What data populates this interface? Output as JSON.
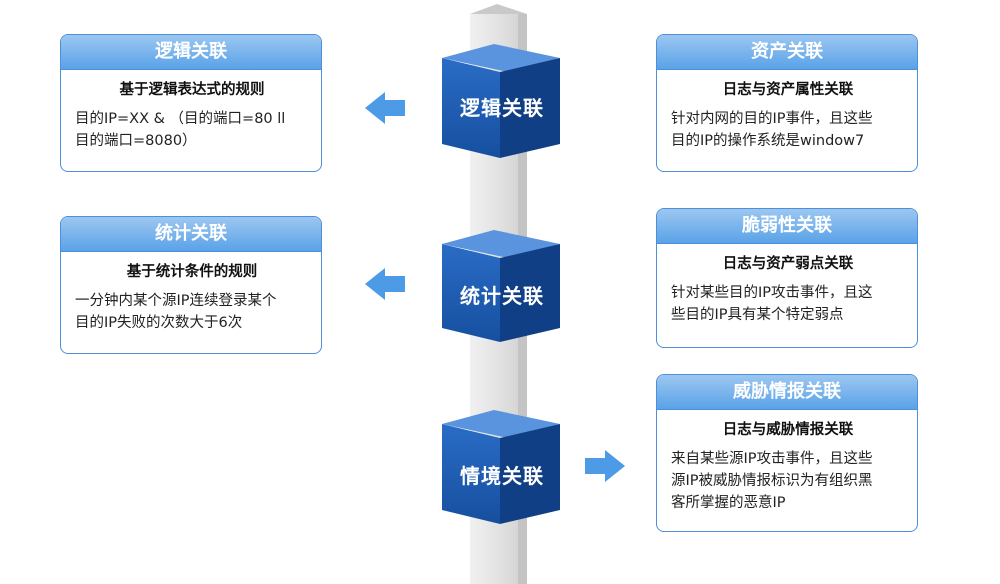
{
  "pillar": {
    "stages": [
      {
        "label": "逻辑关联"
      },
      {
        "label": "统计关联"
      },
      {
        "label": "情境关联"
      }
    ]
  },
  "left_cards": [
    {
      "title": "逻辑关联",
      "subtitle": "基于逻辑表达式的规则",
      "description": "目的IP=XX & （目的端口=80 ll\n目的端口=8080）"
    },
    {
      "title": "统计关联",
      "subtitle": "基于统计条件的规则",
      "description": "一分钟内某个源IP连续登录某个\n目的IP失败的次数大于6次"
    }
  ],
  "right_cards": [
    {
      "title": "资产关联",
      "subtitle": "日志与资产属性关联",
      "description": "针对内网的目的IP事件，且这些\n目的IP的操作系统是window7"
    },
    {
      "title": "脆弱性关联",
      "subtitle": "日志与资产弱点关联",
      "description": "针对某些目的IP攻击事件，且这\n些目的IP具有某个特定弱点"
    },
    {
      "title": "威胁情报关联",
      "subtitle": "日志与威胁情报关联",
      "description": "来自某些源IP攻击事件，且这些\n源IP被威胁情报标识为有组织黑\n客所掌握的恶意IP"
    }
  ],
  "colors": {
    "card_border": "#4d8fd8",
    "card_header": "#5aa2e8",
    "cube_front": "#1c5cb6",
    "cube_side": "#113f86",
    "cube_top": "#5b94de",
    "arrow": "#4d9be6",
    "pillar": "#e3e3e3"
  }
}
